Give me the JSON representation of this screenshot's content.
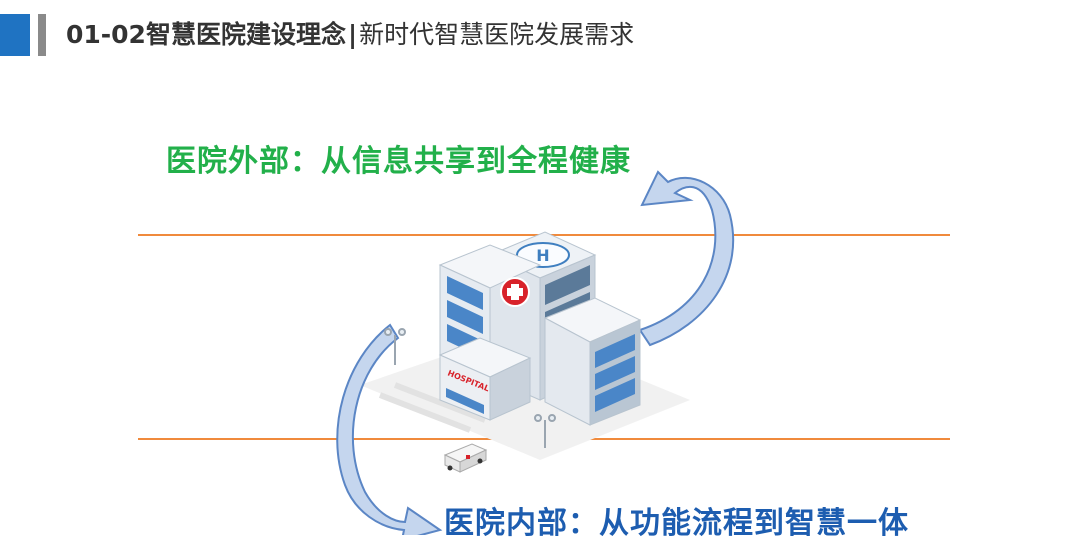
{
  "header": {
    "title_bold": "01-02智慧医院建设理念",
    "separator": "|",
    "title_regular": "新时代智慧医院发展需求"
  },
  "labels": {
    "outer": "医院外部：从信息共享到全程健康",
    "inner": "医院内部：从功能流程到智慧一体"
  },
  "illustration": {
    "building_sign": "HOSPITAL",
    "helipad_letter": "H"
  },
  "colors": {
    "header_accent": "#1f73c2",
    "header_gray": "#8a8a8a",
    "divider_lines": "#f08a3c",
    "outer_label": "#22b04a",
    "inner_label": "#1d5db0",
    "arrow_fill": "#c5d6ee",
    "arrow_stroke": "#5b86c5"
  }
}
